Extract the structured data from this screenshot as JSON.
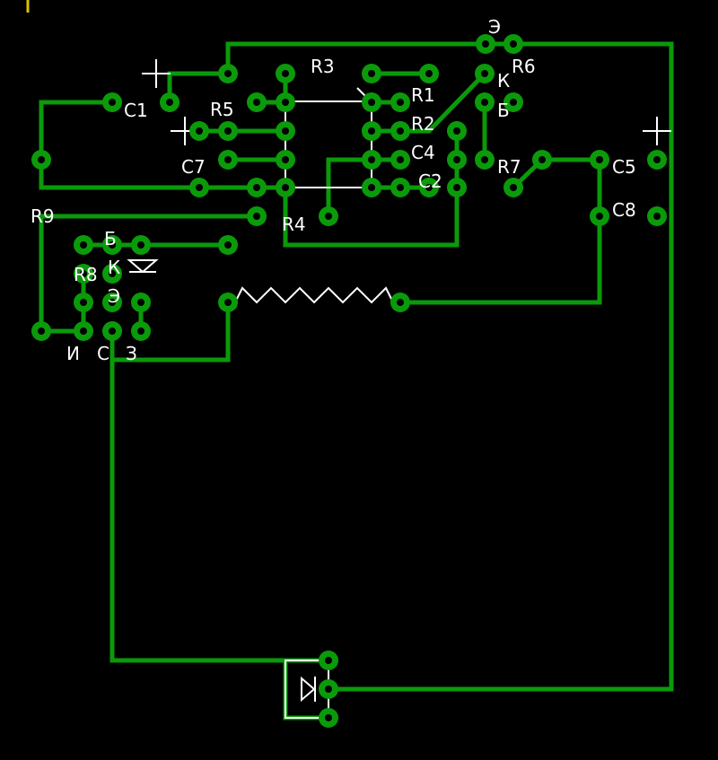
{
  "board": {
    "labels": {
      "c1": "C1",
      "c2": "C2",
      "c4": "C4",
      "c5": "C5",
      "c7": "C7",
      "c8": "C8",
      "r1": "R1",
      "r2": "R2",
      "r3": "R3",
      "r4": "R4",
      "r5": "R5",
      "r6": "R6",
      "r7": "R7",
      "r8": "R8",
      "r9": "R9",
      "emitter_top": "Э",
      "collector_k": "К",
      "base_b": "Б",
      "left_b": "Б",
      "left_k": "К",
      "left_e": "Э",
      "pin_i": "И",
      "pin_c": "С",
      "pin_z": "З",
      "plus_c1": "+",
      "plus_c7": "+",
      "plus_c5": "+"
    },
    "colors": {
      "copper": "#0a9a0a",
      "silkscreen": "#ffffff",
      "background": "#000000",
      "marker": "#d4c400"
    }
  }
}
